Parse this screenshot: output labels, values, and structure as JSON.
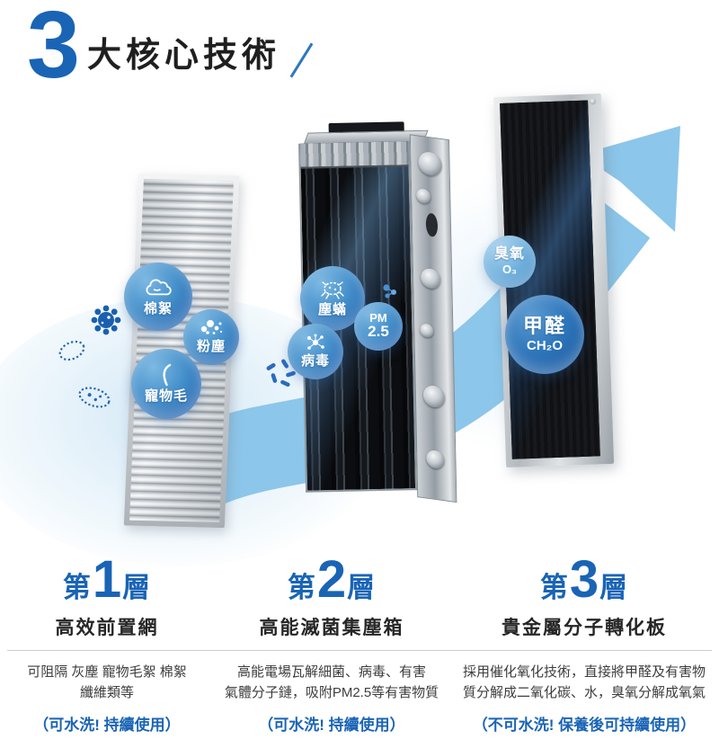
{
  "header": {
    "big_number": "3",
    "title": "大核心技術"
  },
  "bubbles": {
    "cotton": {
      "label": "棉絮",
      "icon": "cotton-cloud-icon"
    },
    "dust": {
      "label": "粉塵",
      "icon": "dust-particles-icon"
    },
    "pet_hair": {
      "label": "寵物毛",
      "icon": "pet-hair-icon"
    },
    "dust_mite": {
      "label": "塵蟎",
      "icon": "dust-mite-icon"
    },
    "virus": {
      "label": "病毒",
      "icon": "virus-molecule-icon"
    },
    "pm25": {
      "line1": "PM",
      "line2": "2.5"
    },
    "ozone": {
      "label": "臭氧",
      "formula": "O₃"
    },
    "formaldehyde": {
      "label": "甲醛",
      "formula": "CH₂O"
    }
  },
  "layers": [
    {
      "prefix": "第",
      "number": "1",
      "suffix": "層",
      "title": "高效前置網",
      "desc_line1": "可阻隔 灰塵 寵物毛絮 棉絮",
      "desc_line2": "纖維類等",
      "note": "（可水洗! 持續使用）"
    },
    {
      "prefix": "第",
      "number": "2",
      "suffix": "層",
      "title": "高能滅菌集塵箱",
      "desc_line1": "高能電場瓦解細菌、病毒、有害",
      "desc_line2": "氣體分子鏈，吸附PM2.5等有害物質",
      "note": "（可水洗! 持續使用）"
    },
    {
      "prefix": "第",
      "number": "3",
      "suffix": "層",
      "title": "貴金屬分子轉化板",
      "desc_line1": "採用催化氧化技術，直接將甲醛及有害物",
      "desc_line2": "質分解成二氧化碳、水，臭氧分解成氧氣",
      "note": "（不可水洗! 保養後可持續使用）"
    }
  ],
  "colors": {
    "accent_blue": "#1a64b5",
    "arrow_blue": "#8cc6ea",
    "bubble_blue": "#2a6cb4",
    "particle_blue": "#1a5fb0",
    "text_dark": "#262626",
    "desc_gray": "#3d3d3d",
    "divider_gray": "#cccccc"
  }
}
